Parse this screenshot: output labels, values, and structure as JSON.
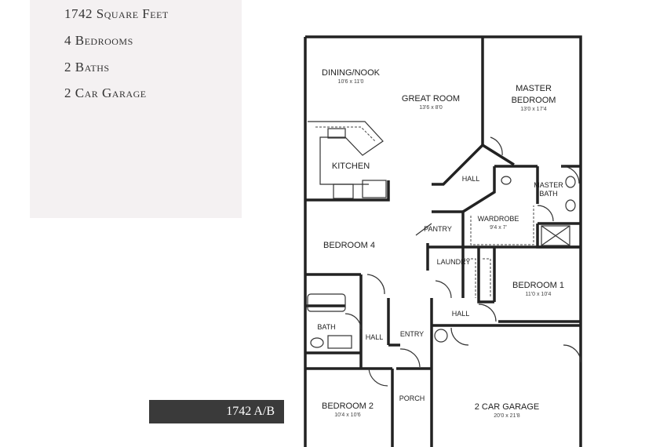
{
  "features": [
    "1742 Square Feet",
    "4 Bedrooms",
    "2 Baths",
    "2 Car Garage"
  ],
  "plan_label": "1742 A/B",
  "rooms": {
    "dining": {
      "name": "DINING/NOOK",
      "dim": "10'6 x 11'0"
    },
    "great": {
      "name": "GREAT ROOM",
      "dim": "13'6 x 8'0"
    },
    "master_line1": "MASTER",
    "master_line2": "BEDROOM",
    "master_dim": "13'0 x 17'4",
    "kitchen": "KITCHEN",
    "hall_top": "HALL",
    "master_bath_line1": "MASTER",
    "master_bath_line2": "BATH",
    "wardrobe": {
      "name": "WARDROBE",
      "dim": "9'4 x 7'"
    },
    "pantry": "PANTRY",
    "bedroom4": "BEDROOM 4",
    "laundry": "LAUNDRY",
    "bedroom1": {
      "name": "BEDROOM 1",
      "dim": "11'0 x 10'4"
    },
    "bath": "BATH",
    "hall_left": "HALL",
    "entry": "ENTRY",
    "hall_mid": "HALL",
    "bedroom2": {
      "name": "BEDROOM 2",
      "dim": "10'4 x 10'6"
    },
    "porch": "PORCH",
    "garage": {
      "name": "2 CAR GARAGE",
      "dim": "20'0 x 21'8"
    }
  }
}
